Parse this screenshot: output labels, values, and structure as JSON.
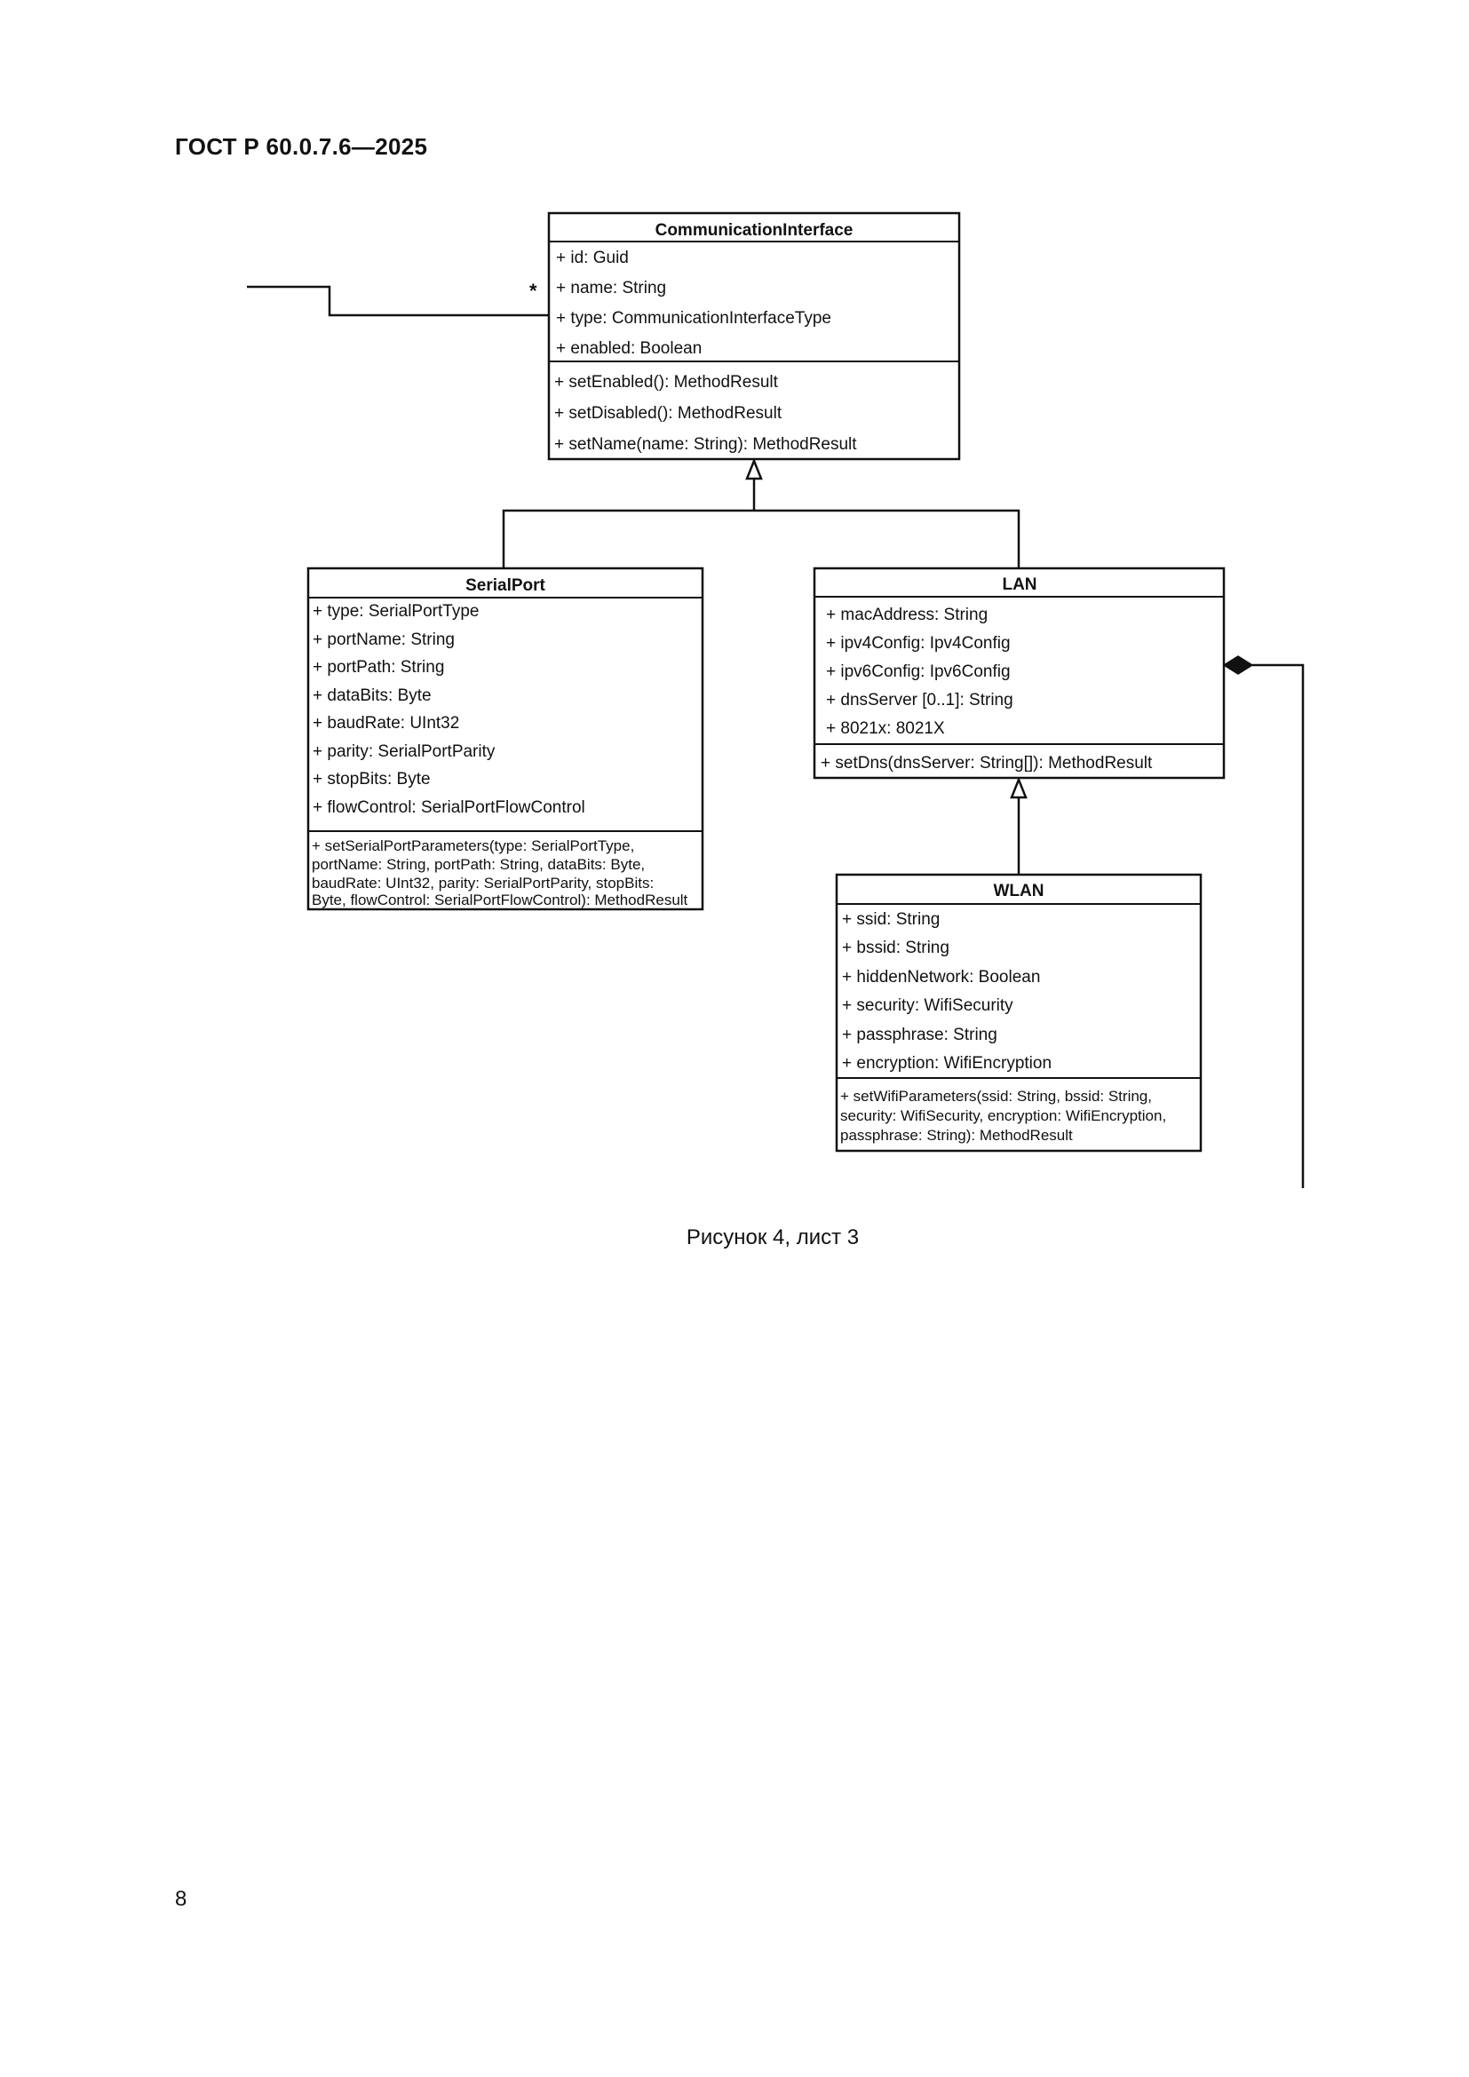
{
  "document": {
    "standard_id": "ГОСТ Р 60.0.7.6—2025",
    "caption": "Рисунок 4, лист 3",
    "page_number": "8"
  },
  "diagram": {
    "multiplicity": "*",
    "classes": {
      "communication_interface": {
        "name": "CommunicationInterface",
        "attributes": [
          "+ id: Guid",
          "+ name: String",
          "+ type: CommunicationInterfaceType",
          "+ enabled: Boolean"
        ],
        "operations": [
          "+ setEnabled(): MethodResult",
          "+ setDisabled(): MethodResult",
          "+ setName(name: String): MethodResult"
        ]
      },
      "serial_port": {
        "name": "SerialPort",
        "attributes": [
          "+ type: SerialPortType",
          "+ portName: String",
          "+ portPath: String",
          "+ dataBits: Byte",
          "+ baudRate: UInt32",
          "+ parity: SerialPortParity",
          "+ stopBits: Byte",
          "+ flowControl: SerialPortFlowControl"
        ],
        "operations": [
          "+ setSerialPortParameters(type: SerialPortType,",
          "portName: String, portPath: String, dataBits: Byte,",
          " baudRate: UInt32, parity: SerialPortParity, stopBits:",
          "Byte, flowControl: SerialPortFlowControl): MethodResult"
        ]
      },
      "lan": {
        "name": "LAN",
        "attributes": [
          "+ macAddress: String",
          "+ ipv4Config: Ipv4Config",
          "+ ipv6Config: Ipv6Config",
          "+ dnsServer [0..1]: String",
          "+ 8021x: 8021X"
        ],
        "operations": [
          "+ setDns(dnsServer: String[]): MethodResult"
        ]
      },
      "wlan": {
        "name": "WLAN",
        "attributes": [
          "+ ssid: String",
          "+ bssid: String",
          "+ hiddenNetwork: Boolean",
          "+ security: WifiSecurity",
          "+ passphrase: String",
          "+ encryption: WifiEncryption"
        ],
        "operations": [
          "+ setWifiParameters(ssid: String, bssid: String,",
          "security: WifiSecurity, encryption: WifiEncryption,",
          " passphrase: String): MethodResult"
        ]
      }
    }
  }
}
